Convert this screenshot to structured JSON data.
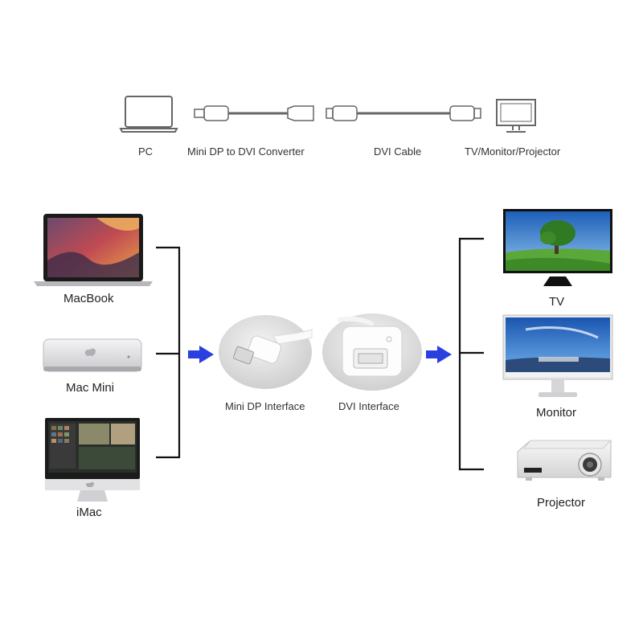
{
  "top_row": {
    "pc": "PC",
    "converter": "Mini DP to DVI Converter",
    "cable": "DVI Cable",
    "display": "TV/Monitor/Projector"
  },
  "sources": {
    "macbook": "MacBook",
    "mac_mini": "Mac Mini",
    "imac": "iMac"
  },
  "interfaces": {
    "mini_dp": "Mini DP Interface",
    "dvi": "DVI Interface"
  },
  "targets": {
    "tv": "TV",
    "monitor": "Monitor",
    "projector": "Projector"
  },
  "colors": {
    "arrow": "#2a3fe0",
    "line": "#111111",
    "outline": "#666666"
  }
}
